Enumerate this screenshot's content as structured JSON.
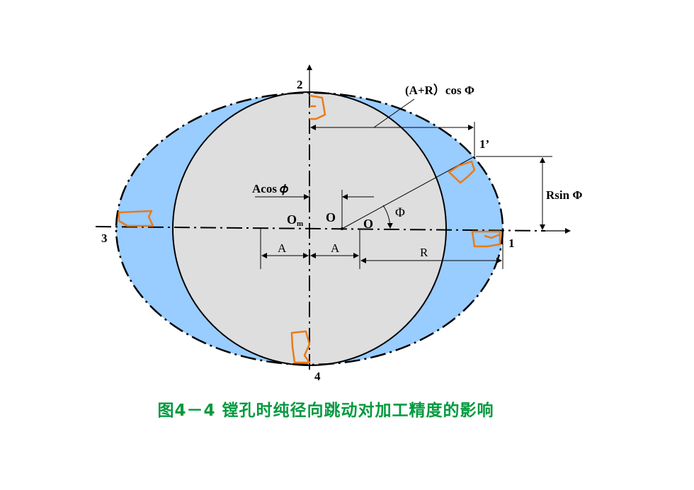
{
  "labels": {
    "p1": "1",
    "p1prime": "1’",
    "p2": "2",
    "p3": "3",
    "p4": "4",
    "o_m": "O",
    "o_m_sub": "m",
    "o_center": "O",
    "o_right": "O",
    "phi": "Φ",
    "a_cos_phi": "Acos 𝜙",
    "ar_cos_phi": "(A+R）cos Φ",
    "r_sin_phi": "Rsin Φ",
    "a_left": "A",
    "a_right": "A",
    "r": "R"
  },
  "caption": "图4－4  镗孔时纯径向跳动对加工精度的影响",
  "colors": {
    "ellipse_fill": "#99ccff",
    "circle_fill": "#dedede",
    "tool_outline": "#e87b18",
    "caption": "#009a3e"
  }
}
